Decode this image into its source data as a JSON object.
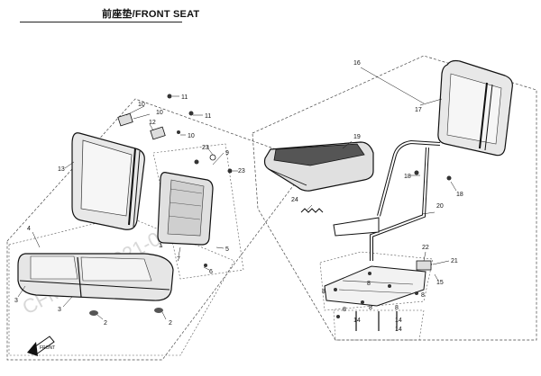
{
  "title": "前座垫/FRONT SEAT",
  "watermark": "CFMOTO 2021-08-07",
  "callouts": {
    "c16": "16",
    "c17": "17",
    "c19": "19",
    "c18a": "18",
    "c18b": "18",
    "c20": "20",
    "c21": "21",
    "c22": "22",
    "c24": "24",
    "c15": "15",
    "c8a": "8",
    "c8b": "8",
    "c8c": "8",
    "c8d": "8",
    "c8e": "8",
    "c8f": "8",
    "c14a": "14",
    "c14b": "14",
    "c14c": "14",
    "c11a": "11",
    "c11b": "11",
    "c10a": "10",
    "c10b": "10",
    "c10c": "10",
    "c12": "12",
    "c13": "13",
    "c23a": "23",
    "c23b": "23",
    "c9": "9",
    "c7": "7",
    "c6": "6",
    "c5": "5",
    "c1": "1",
    "c4": "4",
    "c3a": "3",
    "c3b": "3",
    "c2a": "2",
    "c2b": "2"
  },
  "colors": {
    "ink": "#111111",
    "watermark": "#d8d8d8",
    "background": "#ffffff"
  },
  "icons": {
    "front_arrow": "front-direction-arrow-icon"
  }
}
